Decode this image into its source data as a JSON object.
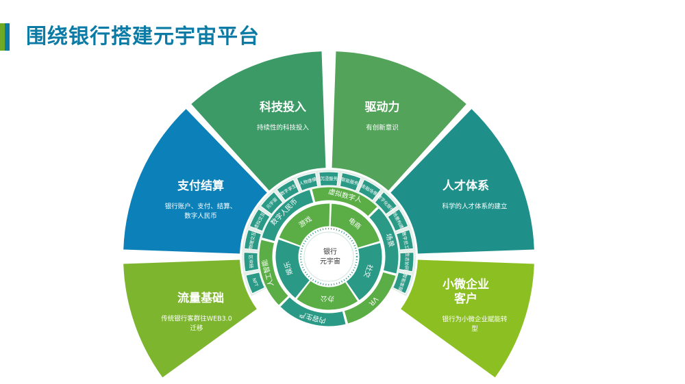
{
  "page": {
    "title": "围绕银行搭建元宇宙平台"
  },
  "colors": {
    "dark_green": "#3b9a66",
    "mid_green": "#53a45a",
    "teal": "#1f8f8a",
    "blue": "#0c80b8",
    "lime": "#7db52e",
    "lime2": "#8cc022",
    "ring_teal": "#2a9a86",
    "ring_green": "#5aae45"
  },
  "sectors": [
    {
      "title": "支付结算",
      "desc": [
        "银行账户、支付、结算、",
        "数字人民币"
      ]
    },
    {
      "title": "科技投入",
      "desc": [
        "持续性的科技投入"
      ]
    },
    {
      "title": "驱动力",
      "desc": [
        "有创新意识"
      ]
    },
    {
      "title": "人才体系",
      "desc": [
        "科学的人才体系的建立"
      ]
    },
    {
      "title": "流量基础",
      "desc": [
        "传统银行客群往WEB3.0",
        "迁移"
      ]
    },
    {
      "title": "小微企业客户",
      "title_lines": [
        "小微企业",
        "客户"
      ],
      "desc": [
        "银行为小微企业赋能转",
        "型"
      ]
    }
  ],
  "outer_ring": [
    "NFT",
    "区块链",
    "物理交互",
    "虚拟交互",
    "元宇宙",
    "数字孪生",
    "人物建模",
    "沉浸服务",
    "智能服务",
    "金融场景",
    "数字化银行",
    "场景构建",
    "数字员工",
    "生态协同",
    "智能客服"
  ],
  "middle_ring": [
    "数字人民币",
    "虚拟数字人",
    "场景",
    "VR",
    "内容生产",
    "人工智能"
  ],
  "inner_ring": [
    "游戏",
    "电商",
    "社交",
    "办公",
    "娱乐"
  ],
  "center": {
    "line1": "银行",
    "line2": "元宇宙"
  }
}
